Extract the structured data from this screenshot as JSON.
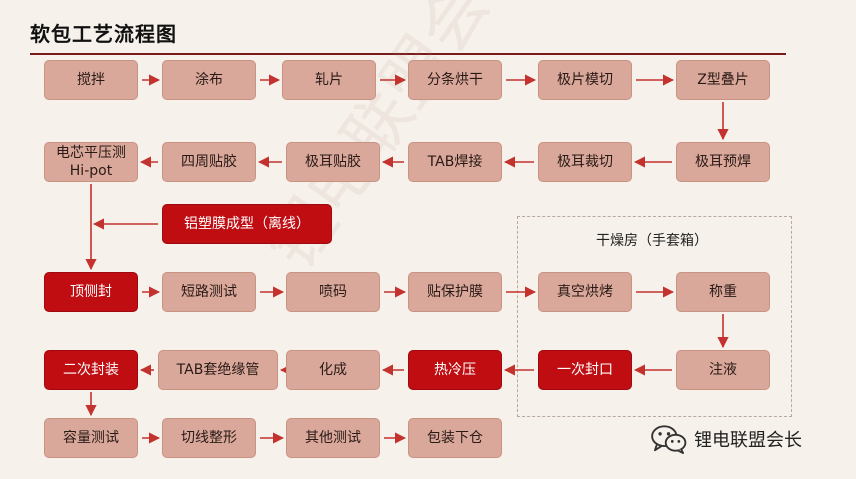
{
  "title": "软包工艺流程图",
  "dryroom_label": "干燥房（手套箱）",
  "watermark": "锂电联盟会长",
  "colors": {
    "light": "#d9a89a",
    "dark": "#bf0d12",
    "line": "#c3322e"
  },
  "nodes": [
    {
      "id": "n1",
      "label": "搅拌",
      "style": "light"
    },
    {
      "id": "n2",
      "label": "涂布",
      "style": "light"
    },
    {
      "id": "n3",
      "label": "轧片",
      "style": "light"
    },
    {
      "id": "n4",
      "label": "分条烘干",
      "style": "light"
    },
    {
      "id": "n5",
      "label": "极片模切",
      "style": "light"
    },
    {
      "id": "n6",
      "label": "Z型叠片",
      "style": "light"
    },
    {
      "id": "n7",
      "label": "极耳预焊",
      "style": "light"
    },
    {
      "id": "n8",
      "label": "极耳裁切",
      "style": "light"
    },
    {
      "id": "n9",
      "label": "TAB焊接",
      "style": "light"
    },
    {
      "id": "n10",
      "label": "极耳贴胶",
      "style": "light"
    },
    {
      "id": "n11",
      "label": "四周贴胶",
      "style": "light"
    },
    {
      "id": "n12",
      "label": "电芯平压测\nHi-pot",
      "style": "light"
    },
    {
      "id": "n13",
      "label": "铝塑膜成型（离线）",
      "style": "dark"
    },
    {
      "id": "n14",
      "label": "顶侧封",
      "style": "dark"
    },
    {
      "id": "n15",
      "label": "短路测试",
      "style": "light"
    },
    {
      "id": "n16",
      "label": "喷码",
      "style": "light"
    },
    {
      "id": "n17",
      "label": "贴保护膜",
      "style": "light"
    },
    {
      "id": "n18",
      "label": "真空烘烤",
      "style": "light"
    },
    {
      "id": "n19",
      "label": "称重",
      "style": "light"
    },
    {
      "id": "n20",
      "label": "注液",
      "style": "light"
    },
    {
      "id": "n21",
      "label": "一次封口",
      "style": "dark"
    },
    {
      "id": "n22",
      "label": "热冷压",
      "style": "dark"
    },
    {
      "id": "n23",
      "label": "化成",
      "style": "light"
    },
    {
      "id": "n24",
      "label": "TAB套绝缘管",
      "style": "light"
    },
    {
      "id": "n25",
      "label": "二次封装",
      "style": "dark"
    },
    {
      "id": "n26",
      "label": "容量测试",
      "style": "light"
    },
    {
      "id": "n27",
      "label": "切线整形",
      "style": "light"
    },
    {
      "id": "n28",
      "label": "其他测试",
      "style": "light"
    },
    {
      "id": "n29",
      "label": "包装下仓",
      "style": "light"
    }
  ]
}
